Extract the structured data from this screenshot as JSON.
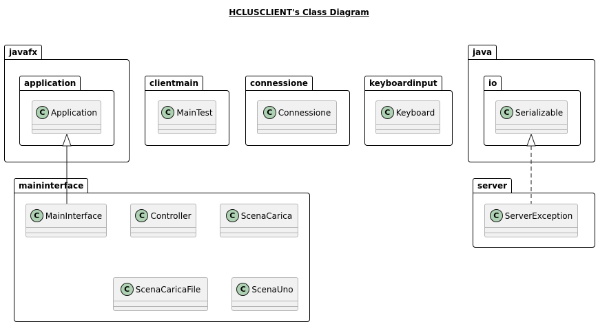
{
  "title": "HCLUSCLIENT's Class Diagram",
  "class_badge": "C",
  "packages": {
    "javafx": "javafx",
    "application": "application",
    "clientmain": "clientmain",
    "connessione": "connessione",
    "keyboardinput": "keyboardinput",
    "java": "java",
    "io": "io",
    "maininterface": "maininterface",
    "server": "server"
  },
  "classes": {
    "application": "Application",
    "maintest": "MainTest",
    "connessione": "Connessione",
    "keyboard": "Keyboard",
    "serializable": "Serializable",
    "maininterface": "MainInterface",
    "controller": "Controller",
    "scenacarica": "ScenaCarica",
    "scenacaricafile": "ScenaCaricaFile",
    "scenauno": "ScenaUno",
    "serverexception": "ServerException"
  },
  "colors": {
    "class_fill": "#f1f1f1",
    "class_border": "#b3b3b3",
    "badge_fill": "#add1b2",
    "line": "#181818"
  }
}
